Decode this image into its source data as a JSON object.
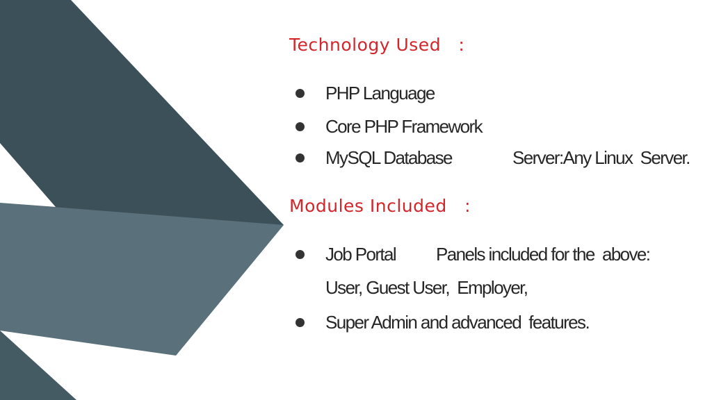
{
  "colors": {
    "heading": "#d2262b",
    "body_text": "#262626",
    "bullet": "#333333",
    "ribbon_dark": "#3c5059",
    "ribbon_mid": "#4d636c",
    "ribbon_light": "#5a707a"
  },
  "technology": {
    "heading": "Technology Used   :",
    "items": [
      {
        "text": "PHP Language"
      },
      {
        "text": "Core PHP Framework"
      },
      {
        "text": "MySQL Database",
        "extra": "Server:Any Linux  Server."
      }
    ]
  },
  "modules": {
    "heading": "Modules Included   :",
    "items": [
      {
        "text": "Job Portal",
        "extra": "Panels included for the  above:",
        "continuation": "User, Guest User,  Employer,"
      },
      {
        "text": "Super Admin and advanced  features."
      }
    ]
  }
}
